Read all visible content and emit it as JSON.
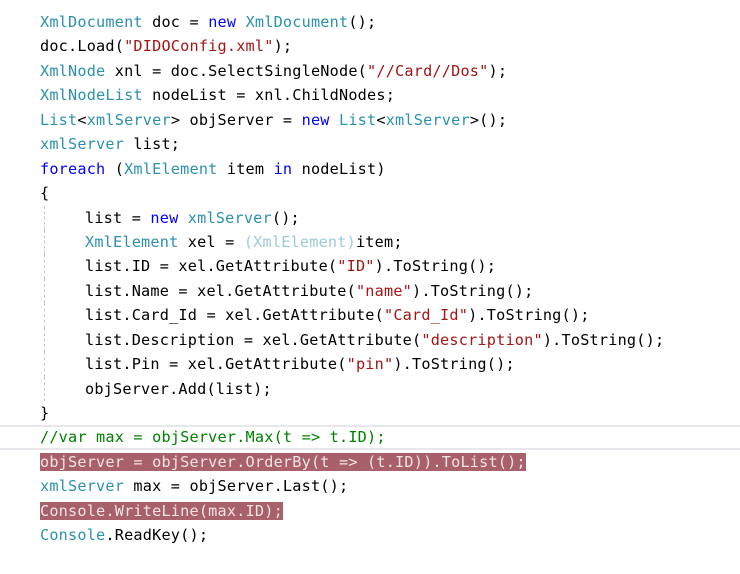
{
  "colors": {
    "type": "#2b91af",
    "keyword": "#0000ff",
    "string": "#a31515",
    "comment": "#008000",
    "highlight": "#a8606b"
  },
  "lines": [
    {
      "indent": false,
      "tokens": [
        [
          "type",
          "XmlDocument"
        ],
        [
          "plain",
          " doc = "
        ],
        [
          "kw",
          "new"
        ],
        [
          "plain",
          " "
        ],
        [
          "type",
          "XmlDocument"
        ],
        [
          "plain",
          "();"
        ]
      ]
    },
    {
      "indent": false,
      "tokens": [
        [
          "plain",
          "doc.Load("
        ],
        [
          "str",
          "\"DIDOConfig.xml\""
        ],
        [
          "plain",
          ");"
        ]
      ]
    },
    {
      "indent": false,
      "tokens": [
        [
          "type",
          "XmlNode"
        ],
        [
          "plain",
          " xnl = doc.SelectSingleNode("
        ],
        [
          "str",
          "\"//Card//Dos\""
        ],
        [
          "plain",
          ");"
        ]
      ]
    },
    {
      "indent": false,
      "tokens": [
        [
          "type",
          "XmlNodeList"
        ],
        [
          "plain",
          " nodeList = xnl.ChildNodes;"
        ]
      ]
    },
    {
      "indent": false,
      "tokens": [
        [
          "type",
          "List"
        ],
        [
          "plain",
          "<"
        ],
        [
          "type",
          "xmlServer"
        ],
        [
          "plain",
          "> objServer = "
        ],
        [
          "kw",
          "new"
        ],
        [
          "plain",
          " "
        ],
        [
          "type",
          "List"
        ],
        [
          "plain",
          "<"
        ],
        [
          "type",
          "xmlServer"
        ],
        [
          "plain",
          ">();"
        ]
      ]
    },
    {
      "indent": false,
      "tokens": [
        [
          "type",
          "xmlServer"
        ],
        [
          "plain",
          " list;"
        ]
      ]
    },
    {
      "indent": false,
      "tokens": [
        [
          "kw",
          "foreach"
        ],
        [
          "plain",
          " ("
        ],
        [
          "type",
          "XmlElement"
        ],
        [
          "plain",
          " item "
        ],
        [
          "kw",
          "in"
        ],
        [
          "plain",
          " nodeList)"
        ]
      ]
    },
    {
      "indent": false,
      "tokens": [
        [
          "plain",
          "{"
        ]
      ]
    },
    {
      "indent": true,
      "tokens": [
        [
          "plain",
          "list = "
        ],
        [
          "kw",
          "new"
        ],
        [
          "plain",
          " "
        ],
        [
          "type",
          "xmlServer"
        ],
        [
          "plain",
          "();"
        ]
      ]
    },
    {
      "indent": true,
      "tokens": [
        [
          "type",
          "XmlElement"
        ],
        [
          "plain",
          " xel = "
        ],
        [
          "dim",
          "(XmlElement)"
        ],
        [
          "plain",
          "item;"
        ]
      ]
    },
    {
      "indent": true,
      "tokens": [
        [
          "plain",
          "list.ID = xel.GetAttribute("
        ],
        [
          "str",
          "\"ID\""
        ],
        [
          "plain",
          ").ToString();"
        ]
      ]
    },
    {
      "indent": true,
      "tokens": [
        [
          "plain",
          "list.Name = xel.GetAttribute("
        ],
        [
          "str",
          "\"name\""
        ],
        [
          "plain",
          ").ToString();"
        ]
      ]
    },
    {
      "indent": true,
      "tokens": [
        [
          "plain",
          "list.Card_Id = xel.GetAttribute("
        ],
        [
          "str",
          "\"Card_Id\""
        ],
        [
          "plain",
          ").ToString();"
        ]
      ]
    },
    {
      "indent": true,
      "tokens": [
        [
          "plain",
          "list.Description = xel.GetAttribute("
        ],
        [
          "str",
          "\"description\""
        ],
        [
          "plain",
          ").ToString();"
        ]
      ]
    },
    {
      "indent": true,
      "tokens": [
        [
          "plain",
          "list.Pin = xel.GetAttribute("
        ],
        [
          "str",
          "\"pin\""
        ],
        [
          "plain",
          ").ToString();"
        ]
      ]
    },
    {
      "indent": true,
      "tokens": [
        [
          "plain",
          "objServer.Add(list);"
        ]
      ]
    },
    {
      "indent": false,
      "tokens": [
        [
          "plain",
          "}"
        ]
      ]
    },
    {
      "indent": false,
      "current": true,
      "tokens": [
        [
          "com",
          "//var max = objServer.Max(t => t.ID);"
        ]
      ]
    },
    {
      "indent": false,
      "highlight": true,
      "tokens": [
        [
          "plain",
          "objServer = objServer.OrderBy(t => (t.ID)).ToList();"
        ]
      ]
    },
    {
      "indent": false,
      "tokens": [
        [
          "type",
          "xmlServer"
        ],
        [
          "plain",
          " max = objServer.Last();"
        ]
      ]
    },
    {
      "indent": false,
      "highlight": true,
      "tokens": [
        [
          "type",
          "Console"
        ],
        [
          "plain",
          ".WriteLine(max.ID);"
        ]
      ]
    },
    {
      "indent": false,
      "tokens": [
        [
          "type",
          "Console"
        ],
        [
          "plain",
          ".ReadKey();"
        ]
      ]
    }
  ]
}
